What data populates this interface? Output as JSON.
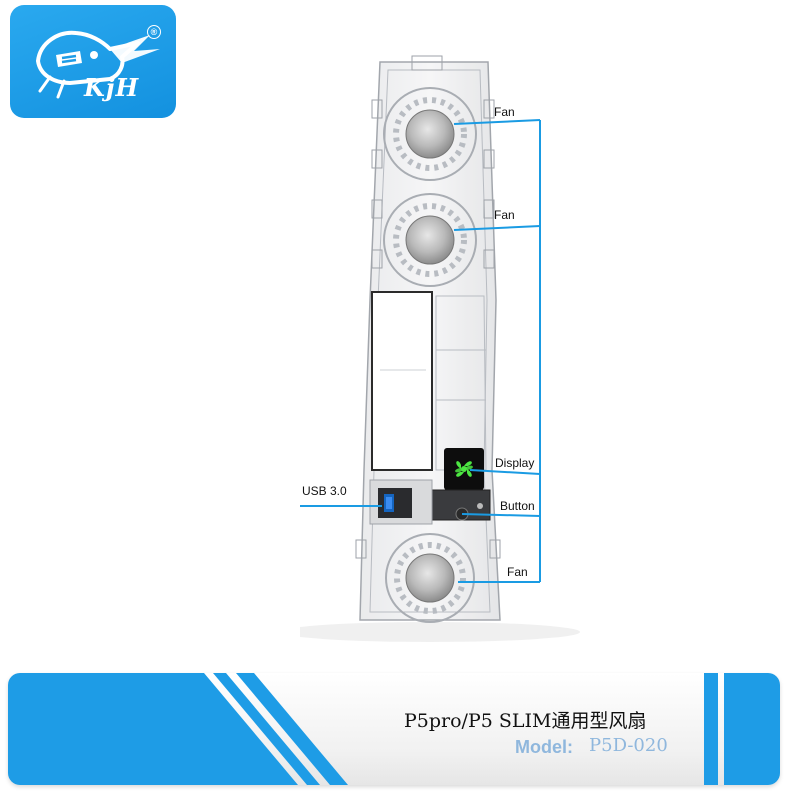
{
  "brand": {
    "logo_text": "KjH",
    "registered_mark": "®",
    "tile_color": "#1e9ce6"
  },
  "callouts": {
    "fan_top": "Fan",
    "fan_middle": "Fan",
    "display": "Display",
    "usb": "USB 3.0",
    "button": "Button",
    "fan_bottom": "Fan"
  },
  "footer": {
    "title": "P5pro/P5 SLIM通用型风扇",
    "model_label": "Model:",
    "model_value": "P5D-020",
    "accent_color": "#1e9ce6"
  },
  "colors": {
    "callout_line": "#1a9be3",
    "display_glow": "#4ce642"
  }
}
